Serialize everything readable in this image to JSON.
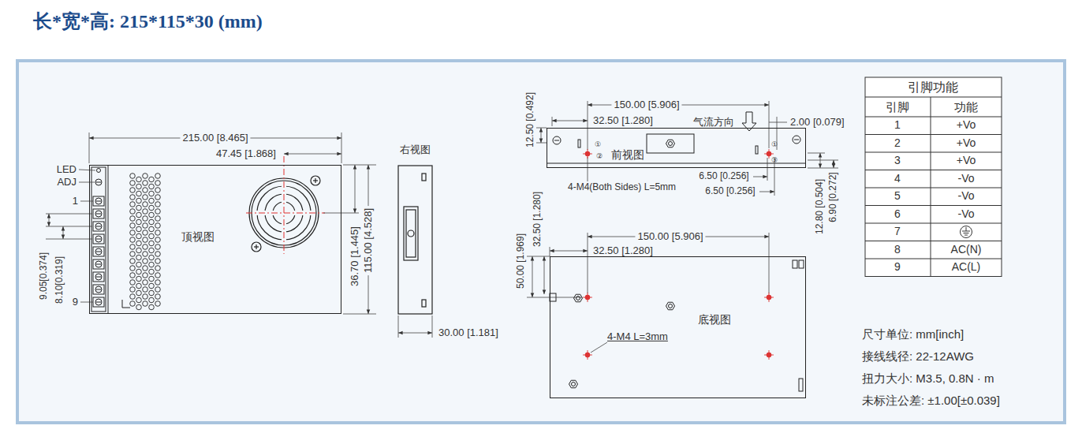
{
  "diagram": {
    "title": "长*宽*高: 215*115*30 (mm)",
    "nodes": [
      {
        "text": [
          "顶视图"
        ]
      },
      {
        "text": [
          "前视图"
        ]
      },
      {
        "text": [
          "底视图"
        ]
      }
    ],
    "labels": [
      "215.00 [8.465]",
      "47.45 [1.868]",
      "LED",
      "ADJ",
      "1",
      "9",
      "9.05[0.374]",
      "8.10[0.319]",
      "36.70 [1.445]",
      "115.00 [4.528]",
      "右视图",
      "30.00 [1.181]",
      "150.00 [5.906]",
      "32.50 [1.280]",
      "12.50 [0.492]",
      "气流方向",
      "2.00 [0.079]",
      "①",
      "②",
      "①",
      "③",
      "4-M4(Both Sides) L=5mm",
      "6.50 [0.256]",
      "6.50 [0.256]",
      "12.80 [0.504]",
      "6.90 [0.272]",
      "150.00 [5.906]",
      "32.50 [1.280]",
      "50.00 [1.969]",
      "32.50 [1.280]",
      "4-M4 L=3mm",
      "引脚功能",
      "引脚",
      "功能",
      "1",
      "+Vo",
      "2",
      "+Vo",
      "3",
      "+Vo",
      "4",
      "-Vo",
      "5",
      "-Vo",
      "6",
      "-Vo",
      "7",
      "8",
      "AC(N)",
      "9",
      "AC(L)",
      "尺寸单位: mm[inch]",
      "接线线径: 22-12AWG",
      "扭力大小: M3.5, 0.8N · m",
      "未标注公差: ±1.00[±0.039]"
    ]
  }
}
